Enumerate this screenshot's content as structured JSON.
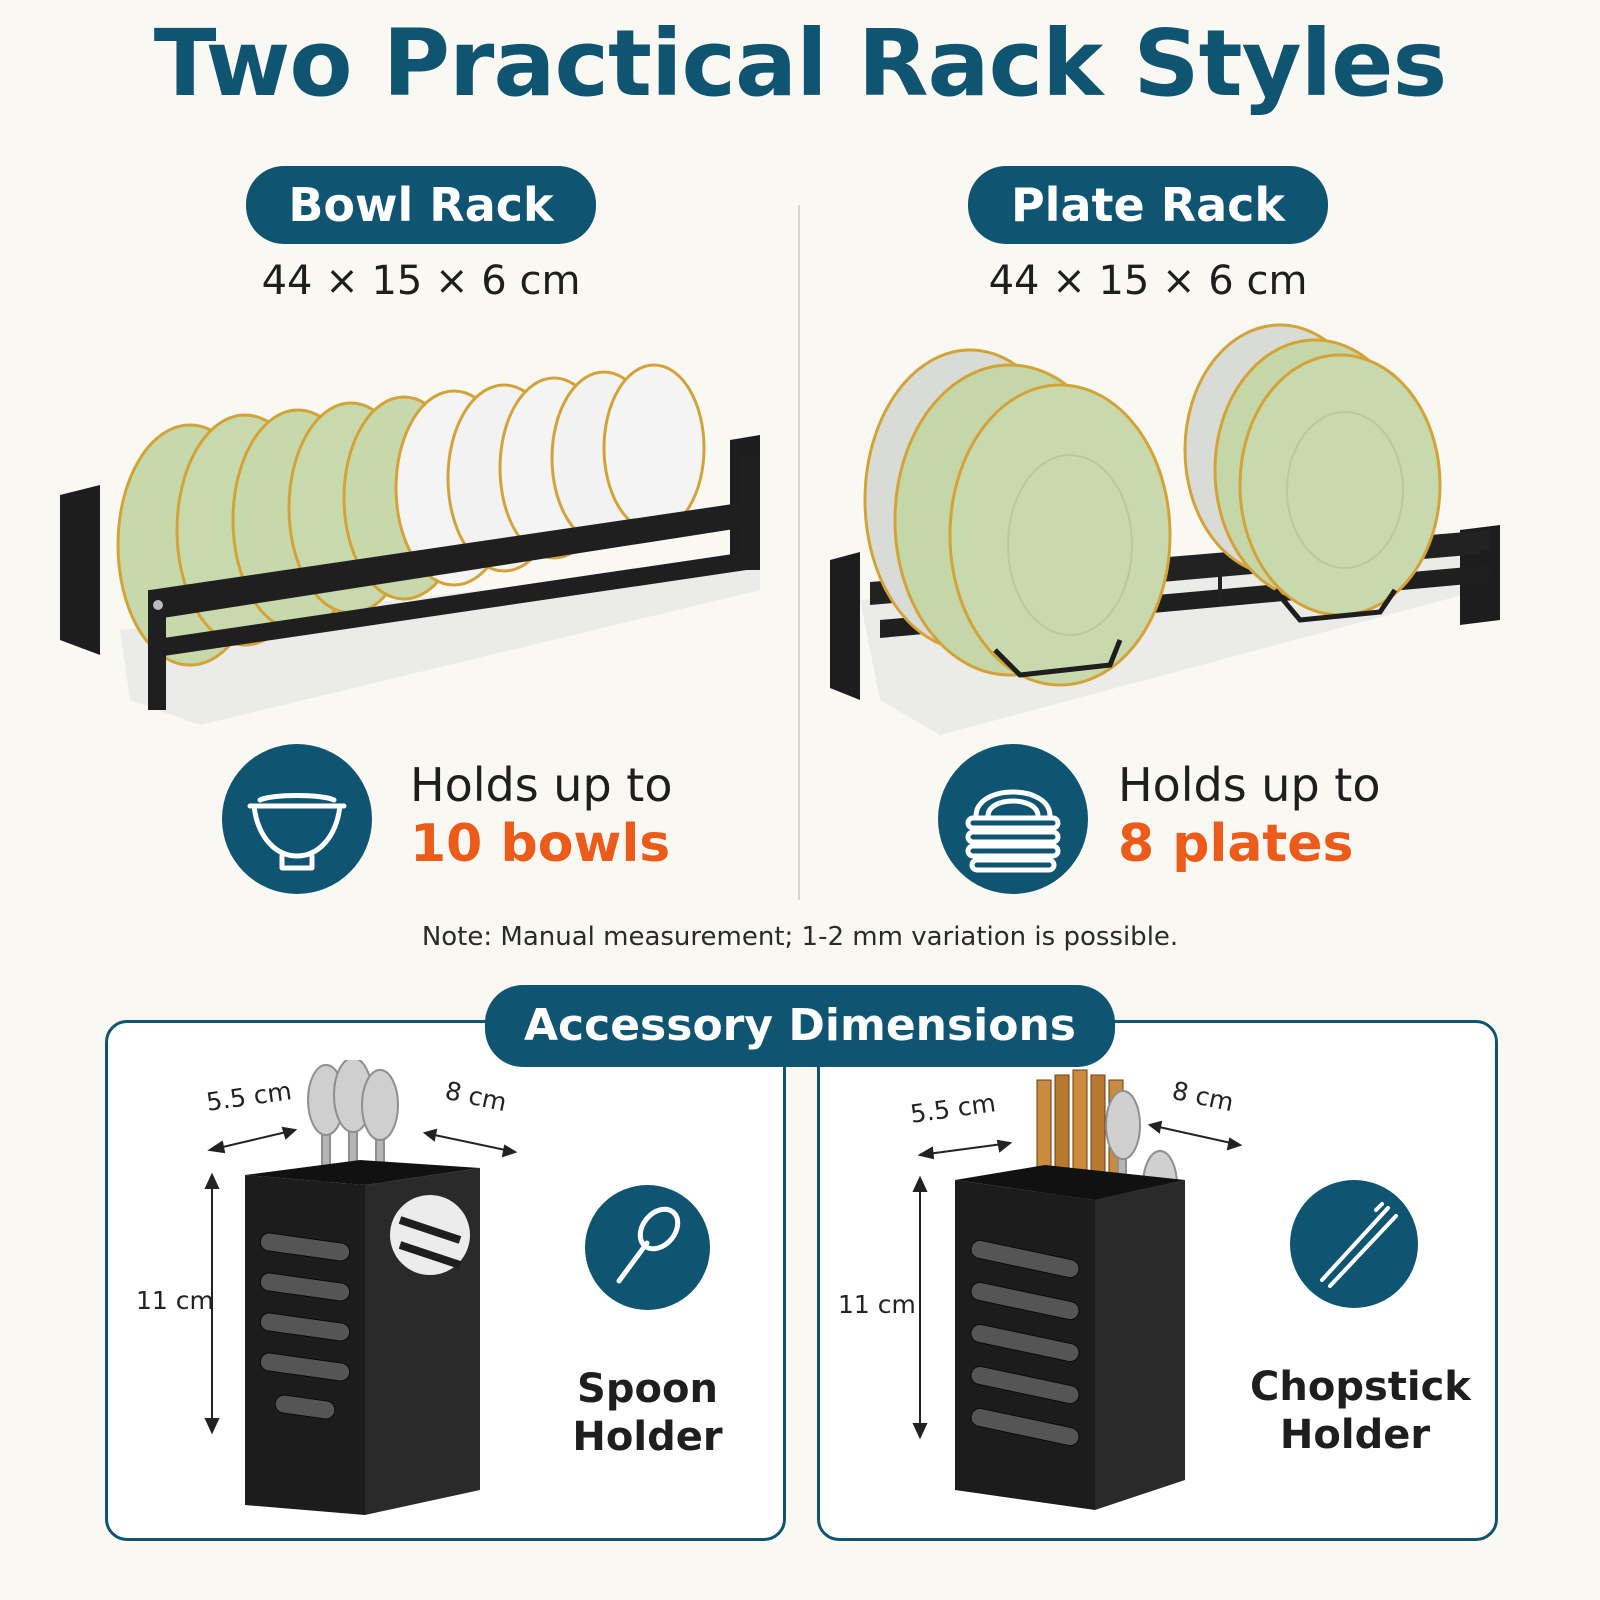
{
  "title": "Two Practical Rack Styles",
  "racks": [
    {
      "label": "Bowl Rack",
      "dimensions": "44 × 15 × 6 cm",
      "holds_line1": "Holds up to",
      "holds_line2": "10 bowls",
      "icon": "bowl-icon"
    },
    {
      "label": "Plate Rack",
      "dimensions": "44 × 15 × 6 cm",
      "holds_line1": "Holds up to",
      "holds_line2": "8 plates",
      "icon": "plates-icon"
    }
  ],
  "note": "Note: Manual measurement; 1-2 mm variation is possible.",
  "accessory_title": "Accessory Dimensions",
  "accessories": [
    {
      "label_line1": "Spoon",
      "label_line2": "Holder",
      "width": "5.5 cm",
      "depth": "8 cm",
      "height": "11 cm",
      "icon": "spoon-icon"
    },
    {
      "label_line1": "Chopstick",
      "label_line2": "Holder",
      "width": "5.5 cm",
      "depth": "8 cm",
      "height": "11 cm",
      "icon": "chopsticks-icon"
    }
  ],
  "colors": {
    "primary": "#0f5470",
    "accent": "#ec5b1a",
    "background": "#faf8f3"
  }
}
